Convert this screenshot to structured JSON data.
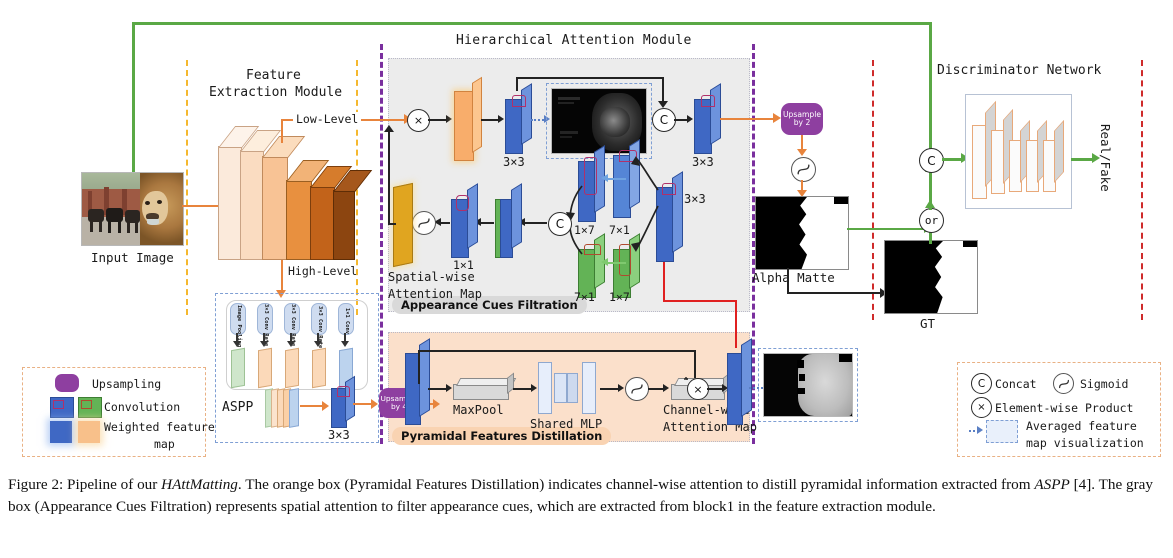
{
  "figure": {
    "caption_pre": "Figure 2: Pipeline of our ",
    "caption_it1": "HAttMatting",
    "caption_mid1": ". The orange box (Pyramidal Features Distillation) indicates channel-wise attention to distill pyramidal information extracted from ",
    "caption_it2": "ASPP",
    "caption_mid2": " [4]. The gray box (Appearance Cues Filtration) represents spatial attention to filter appearance cues, which are extracted from block1 in the feature extraction module."
  },
  "modules": {
    "feature_extraction": "Feature\nExtraction Module",
    "feature_extraction_l1": "Feature",
    "feature_extraction_l2": "Extraction Module",
    "hierarchical_attention": "Hierarchical Attention Module",
    "discriminator": "Discriminator Network",
    "appearance_tag": "Appearance Cues Filtration",
    "pyramidal_tag": "Pyramidal Features Distillation"
  },
  "labels": {
    "input_image": "Input Image",
    "low_level": "Low-Level",
    "high_level": "High-Level",
    "aspp": "ASPP",
    "conv3x3_a": "3×3",
    "conv3x3_b": "3×3",
    "conv3x3_c": "3×3",
    "conv3x3_d": "3×3",
    "conv1x1": "1×1",
    "k1x7_top": "1×7",
    "k7x1_top": "7×1",
    "k7x1_bot": "7×1",
    "k1x7_bot": "1×7",
    "spatial_attention_l1": "Spatial-wise",
    "spatial_attention_l2": "Attention Map",
    "channel_attention_l1": "Channel-wise",
    "channel_attention_l2": "Attention Map",
    "maxpool": "MaxPool",
    "shared_mlp": "Shared MLP",
    "alpha_matte": "Alpha Matte",
    "gt": "GT",
    "real_fake": "Real/Fake",
    "upsample_by2_l1": "Upsample",
    "upsample_by2_l2": "by 2",
    "upsample_by4_l1": "Upsample",
    "upsample_by4_l2": "by 4"
  },
  "aspp_branches": [
    "Image Pooling",
    "3×3 Conv Rate 18",
    "3×3 Conv Rate 12",
    "3×3 Conv Rate 6",
    "1×1 Conv"
  ],
  "operators": {
    "concat_symbol": "C",
    "product_symbol": "×",
    "or_symbol": "or"
  },
  "legend_left": {
    "items": [
      {
        "label": "Upsampling",
        "swatch": "purple-rounded"
      },
      {
        "label": "Convolution",
        "swatch": "blue-green-pair"
      },
      {
        "label": "Weighted feature",
        "label2": "map",
        "swatch": "blue-orange-pair"
      }
    ]
  },
  "legend_right": {
    "concat": "Concat",
    "sigmoid": "Sigmoid",
    "element_wise_product": "Element-wise Product",
    "avg_feature_l1": "Averaged feature",
    "avg_feature_l2": "map visualization",
    "concat_symbol": "C",
    "product_symbol": "×"
  },
  "colors": {
    "blue_slab": "#4a74c9",
    "blue_slab_light": "#6d93dd",
    "green_slab": "#64b35a",
    "orange_slab": "#f6aa63",
    "yellow_slab": "#e0a520",
    "purple_pill": "#8e3fa0",
    "accent_orange_arrow": "#e8843c",
    "accent_green_line": "#5aa845",
    "accent_red_line": "#e02020",
    "sep_yellow": "#f5b82e",
    "sep_purple": "#7a2f9e",
    "sep_red": "#cf2b2b",
    "gray_panel": "#ececec",
    "orange_panel": "#fbe0cb",
    "dash_blue": "#7f9fd4"
  }
}
